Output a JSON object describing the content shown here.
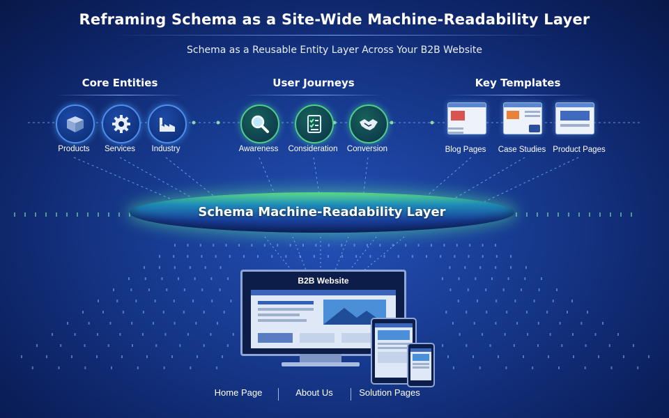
{
  "title": "Reframing Schema as a Site-Wide Machine-Readability Layer",
  "subtitle": "Schema as a Reusable Entity Layer Across Your B2B Website",
  "groups": {
    "core": {
      "label": "Core Entities",
      "items": [
        "Products",
        "Services",
        "Industry"
      ]
    },
    "journeys": {
      "label": "User Journeys",
      "items": [
        "Awareness",
        "Consideration",
        "Conversion"
      ]
    },
    "templates": {
      "label": "Key Templates",
      "items": [
        "Blog Pages",
        "Case Studies",
        "Product Pages"
      ]
    }
  },
  "layer_label": "Schema Machine-Readability Layer",
  "website_label": "B2B Website",
  "footer_links": [
    "Home Page",
    "About Us",
    "Solution Pages"
  ],
  "colors": {
    "accent_green": "#5fe08a",
    "accent_blue": "#4d8ef0",
    "background": "#173a8f"
  },
  "icons": [
    "box-icon",
    "gear-icon",
    "factory-icon",
    "magnifier-icon",
    "checklist-icon",
    "handshake-icon"
  ]
}
